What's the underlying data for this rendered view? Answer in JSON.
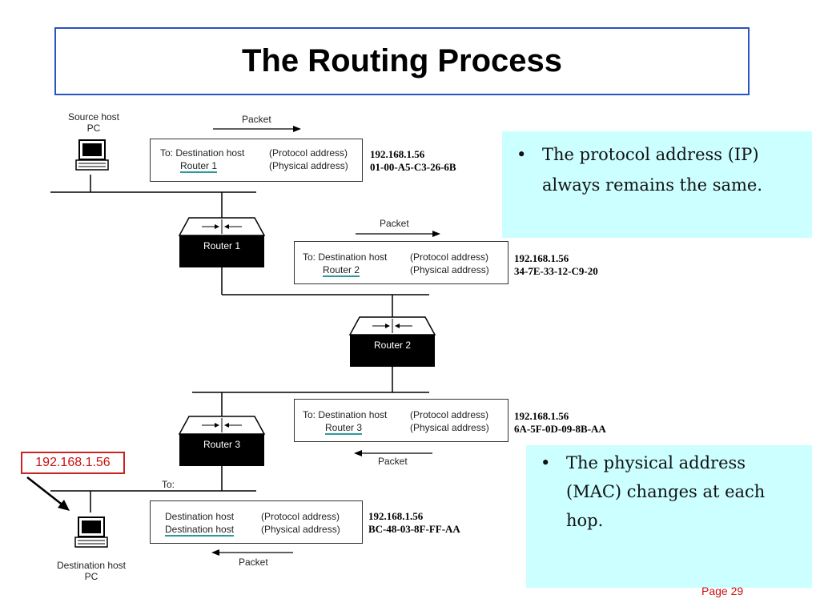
{
  "title": "The Routing Process",
  "source_host": {
    "line1": "Source host",
    "line2": "PC"
  },
  "destination_host": {
    "line1": "Destination host",
    "line2": "PC"
  },
  "packet_label": "Packet",
  "to_label": "To:",
  "proto_addr": "(Protocol address)",
  "phys_addr": "(Physical address)",
  "hops": [
    {
      "row1": "To:  Destination host",
      "row2": "Router 1",
      "ip": "192.168.1.56",
      "mac": "01-00-A5-C3-26-6B"
    },
    {
      "row1": "To:  Destination host",
      "row2": "Router 2",
      "ip": "192.168.1.56",
      "mac": "34-7E-33-12-C9-20"
    },
    {
      "row1": "To:  Destination host",
      "row2": "Router 3",
      "ip": "192.168.1.56",
      "mac": "6A-5F-0D-09-8B-AA"
    },
    {
      "row1": "Destination host",
      "row2": "Destination host",
      "ip": "192.168.1.56",
      "mac": "BC-48-03-8F-FF-AA"
    }
  ],
  "routers": [
    "Router 1",
    "Router 2",
    "Router 3"
  ],
  "notes": {
    "top": "The protocol address (IP) always remains the same.",
    "bottom": "The physical address (MAC) changes at each hop."
  },
  "ip_callout": "192.168.1.56",
  "page_number": "Page 29",
  "colors": {
    "title_border": "#2a54c4",
    "note_bg": "#ccffff",
    "callout_red": "#cc1111",
    "underline_teal": "#2a9a9a"
  }
}
